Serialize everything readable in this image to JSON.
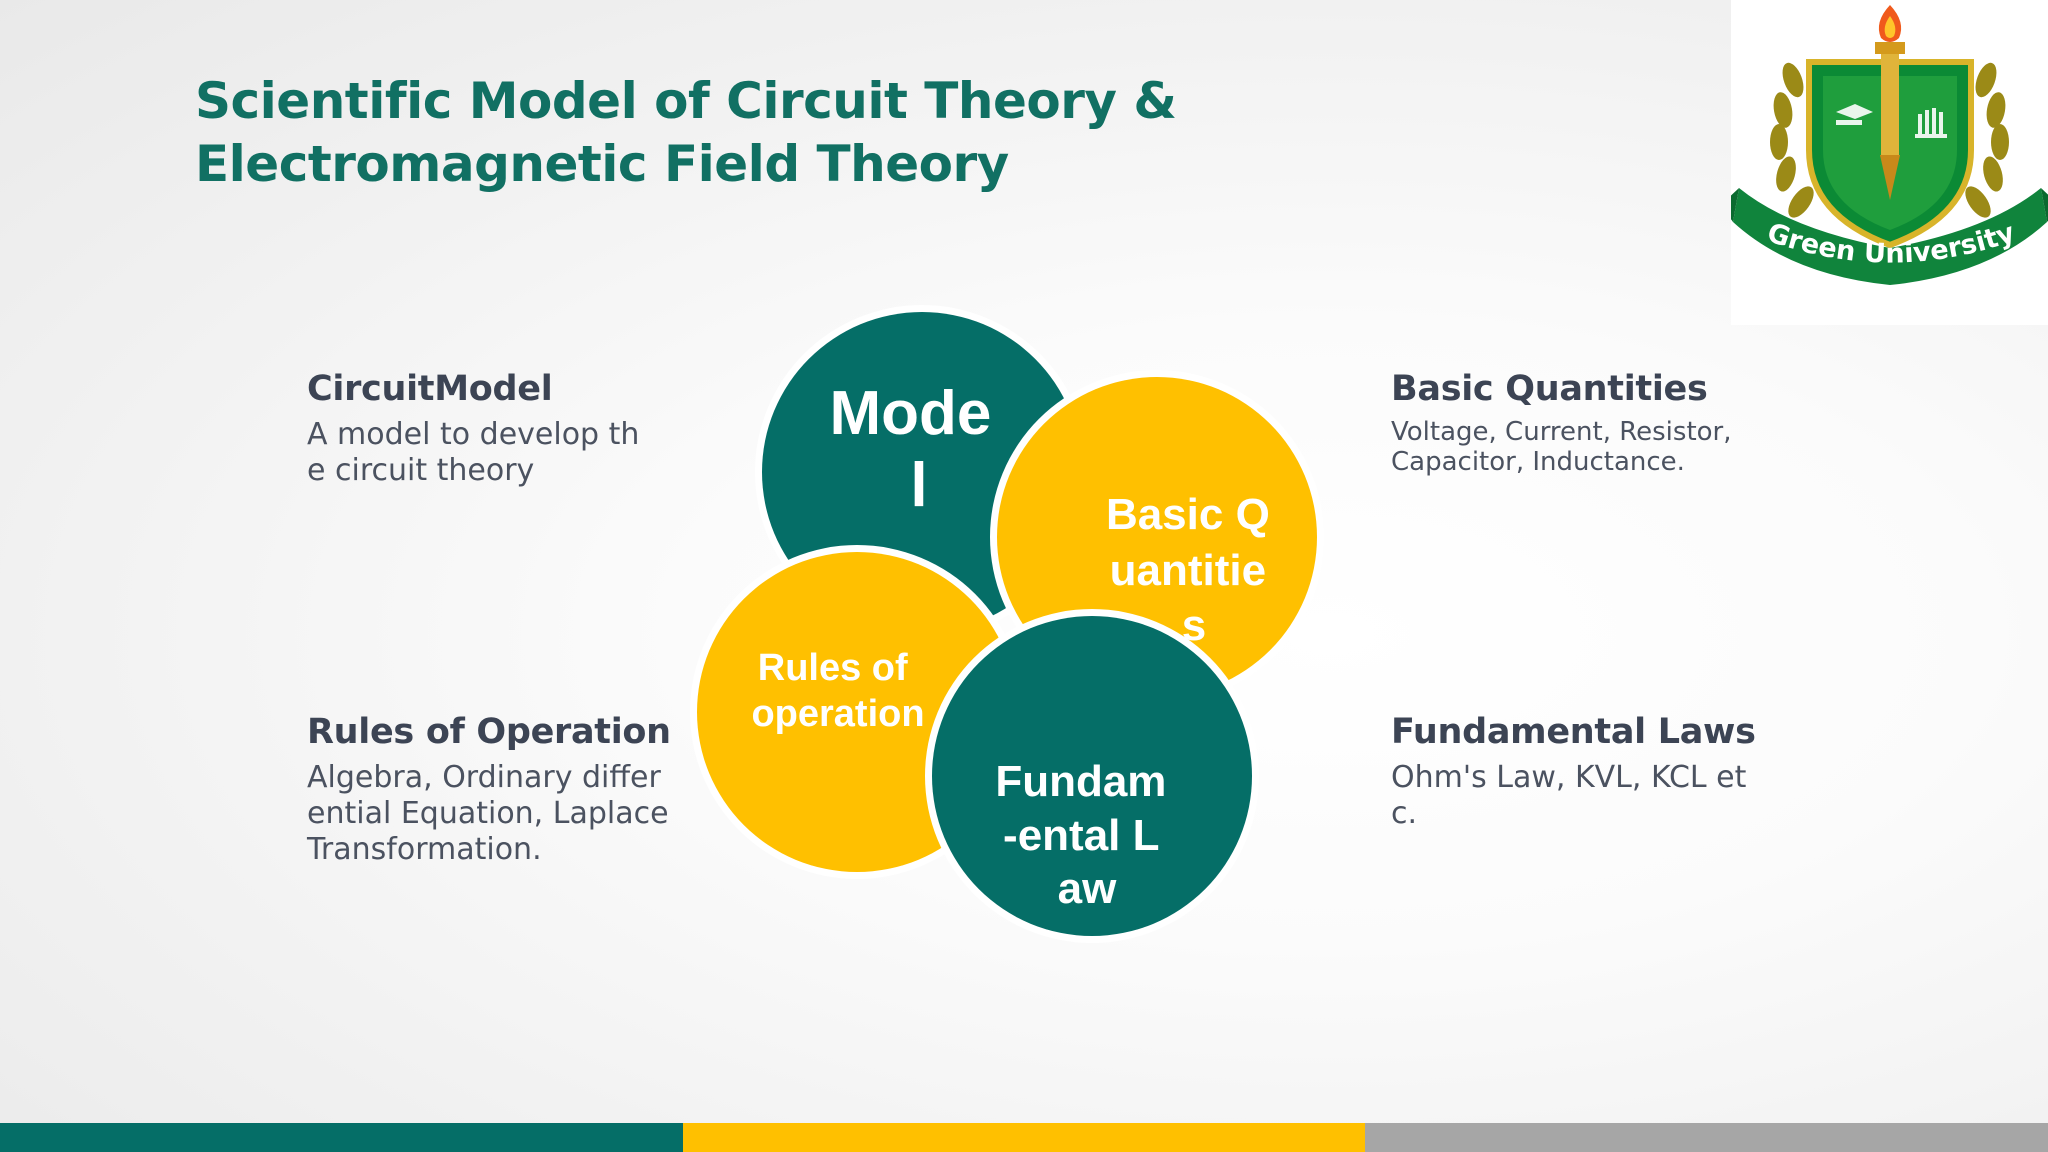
{
  "slide": {
    "title": "Scientific Model of Circuit Theory & Electromagnetic Field Theory"
  },
  "logo": {
    "text": "Green University",
    "icon": "green-university-crest"
  },
  "diagram": {
    "circles": [
      {
        "id": "model",
        "lines": [
          "Mode",
          "l"
        ],
        "color": "#056e67"
      },
      {
        "id": "basic-quantities",
        "lines": [
          "Basic Q",
          "uantitie",
          "s"
        ],
        "color": "#ffc000"
      },
      {
        "id": "rules-of-operation",
        "lines": [
          "Rules of",
          "operation"
        ],
        "color": "#ffc000"
      },
      {
        "id": "fundamental-law",
        "lines": [
          "Fundam",
          "-ental L",
          "aw"
        ],
        "color": "#056e67"
      }
    ]
  },
  "blocks": {
    "circuit_model": {
      "title": "CircuitModel",
      "text": "A model to develop  th\ne circuit theory"
    },
    "rules_of_operation": {
      "title": "Rules of Operation",
      "text": "Algebra, Ordinary differ\nential Equation, Laplace\nTransformation."
    },
    "basic_quantities": {
      "title": "Basic Quantities",
      "text": "Voltage,  Current, Resistor,\nCapacitor, Inductance."
    },
    "fundamental_laws": {
      "title": "Fundamental Laws",
      "text": "Ohm's Law, KVL, KCL et\nc."
    }
  },
  "colors": {
    "teal": "#056e67",
    "yellow": "#ffc000",
    "gray": "#a6a6a6",
    "title": "#117063"
  }
}
